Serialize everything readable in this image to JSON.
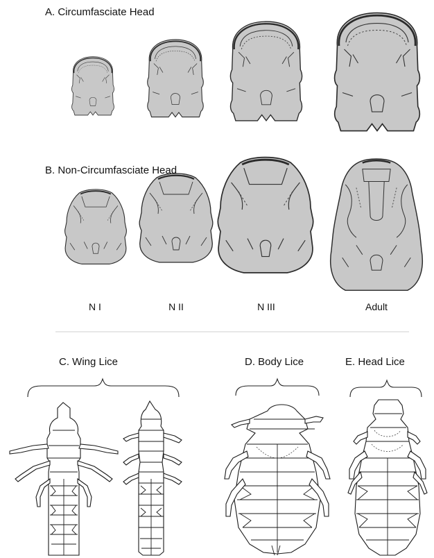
{
  "labels": {
    "section_a": "A. Circumfasciate Head",
    "section_b": "B. Non-Circumfasciate Head",
    "section_c": "C. Wing Lice",
    "section_d": "D. Body Lice",
    "section_e": "E. Head Lice"
  },
  "stages": [
    "N I",
    "N II",
    "N III",
    "Adult"
  ]
}
